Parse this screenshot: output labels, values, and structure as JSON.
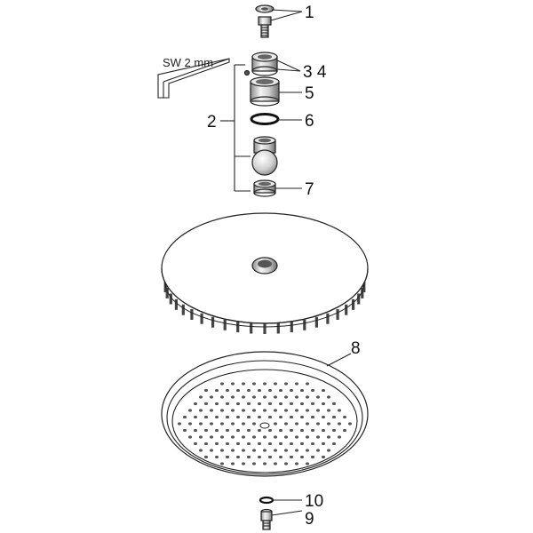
{
  "tool": {
    "text": "SW 2 mm"
  },
  "labels": {
    "l1": "1",
    "l2": "2",
    "l34": "3 4",
    "l5": "5",
    "l6": "6",
    "l7": "7",
    "l8": "8",
    "l9": "9",
    "l10": "10"
  },
  "colors": {
    "line": "#222222",
    "metal": "#cfcfcf",
    "dark": "#555555",
    "background": "#ffffff"
  }
}
